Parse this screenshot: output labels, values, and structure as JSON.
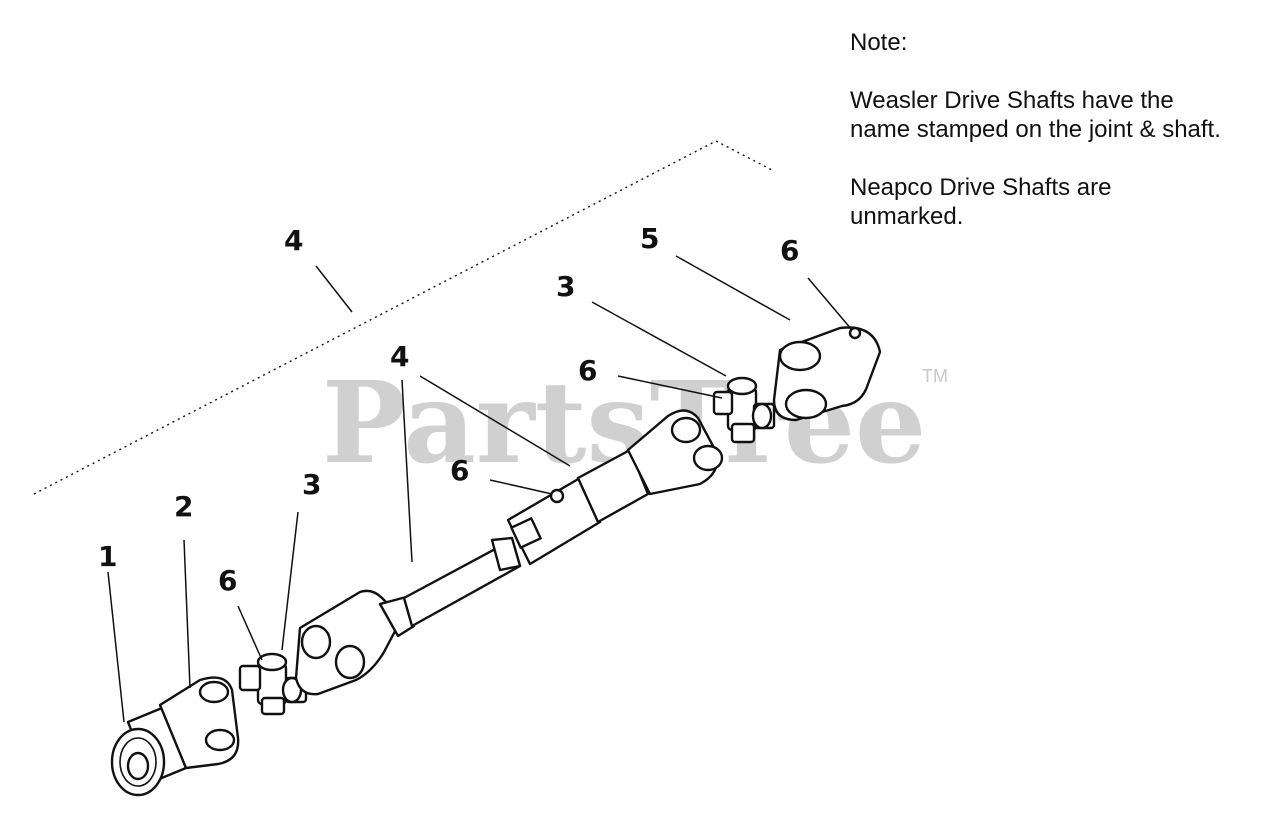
{
  "note": {
    "heading": "Note:",
    "weasler_line1": "Weasler Drive Shafts have the",
    "weasler_line2": "name stamped on the joint & shaft.",
    "neapco_line1": "Neapco Drive Shafts are",
    "neapco_line2": "unmarked."
  },
  "watermark": {
    "text": "PartsTree",
    "trademark": "TM"
  },
  "callouts": {
    "c1": "1",
    "c2": "2",
    "c3_left": "3",
    "c6_left": "6",
    "c4_shaft": "4",
    "c6_mid": "6",
    "c4_assembly": "4",
    "c3_right": "3",
    "c6_right_cross": "6",
    "c5": "5",
    "c6_right_yoke": "6"
  },
  "colors": {
    "ink": "#111111",
    "watermark": "#c8c8c8"
  }
}
